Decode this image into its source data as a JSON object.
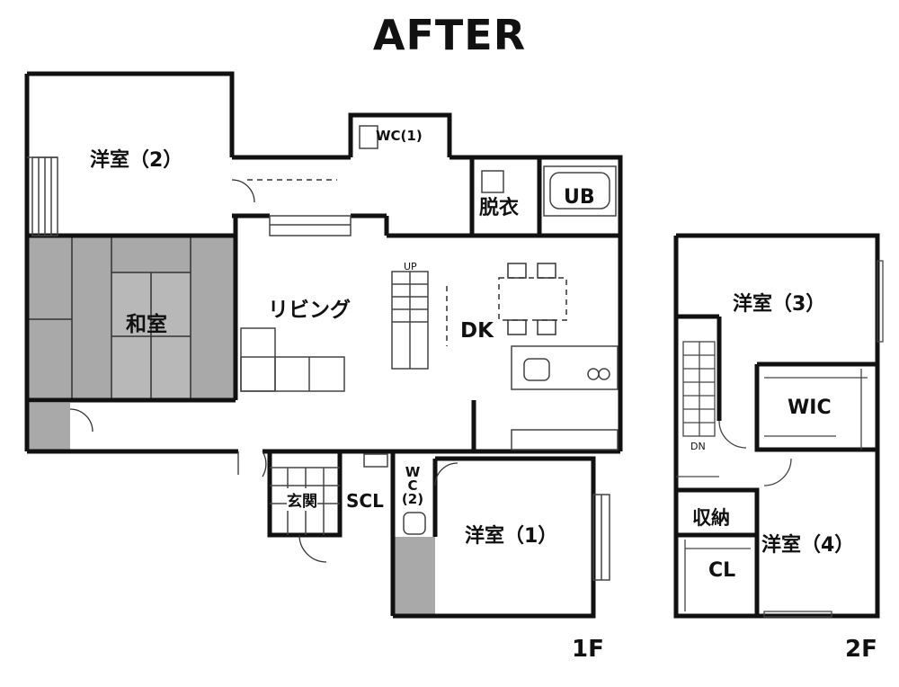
{
  "title": "AFTER",
  "floors": {
    "first": "1F",
    "second": "2F"
  },
  "rooms": {
    "western_2": "洋室（2）",
    "wc_1": "WC(1)",
    "datsui": "脱衣",
    "ub": "UB",
    "washitsu": "和室",
    "living": "リビング",
    "dk": "DK",
    "stair_up": "UP",
    "genkan": "玄関",
    "scl": "SCL",
    "wc_2": "WC(2)",
    "western_1": "洋室（1）",
    "western_3": "洋室（3）",
    "wic": "WIC",
    "stair_dn": "DN",
    "shuno": "収納",
    "western_4": "洋室（4）",
    "cl": "CL"
  },
  "colors": {
    "wall": "#111111",
    "tatami_room": "#a9a9a9",
    "shade": "#c8c8c8",
    "thin": "#555555"
  }
}
